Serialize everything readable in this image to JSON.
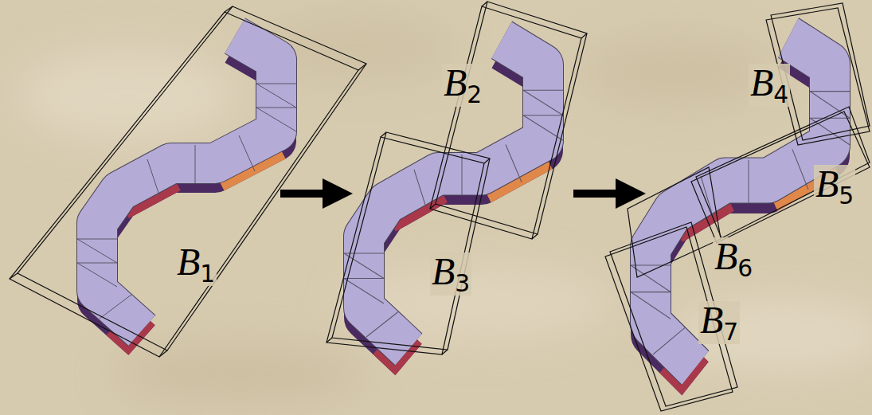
{
  "diagram": {
    "labels": [
      "B1",
      "B2",
      "B3",
      "B4",
      "B5",
      "B6",
      "B7"
    ]
  }
}
